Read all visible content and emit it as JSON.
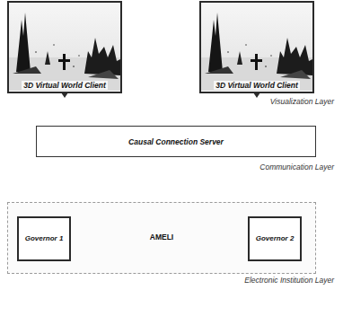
{
  "diagram": {
    "nodes": [
      {
        "text": [
          "3D Virtual World Client"
        ]
      },
      {
        "text": [
          "3D Virtual World Client"
        ]
      },
      {
        "text": [
          "Causal Connection Server"
        ]
      },
      {
        "text": [
          "AMELI"
        ]
      },
      {
        "text": [
          "Governor 1"
        ],
        "in": 3
      },
      {
        "text": [
          "Governor 2"
        ],
        "in": 3
      }
    ],
    "labels": [
      "Visualization Layer",
      "Communication Layer",
      "Electronic Institution Layer"
    ]
  }
}
